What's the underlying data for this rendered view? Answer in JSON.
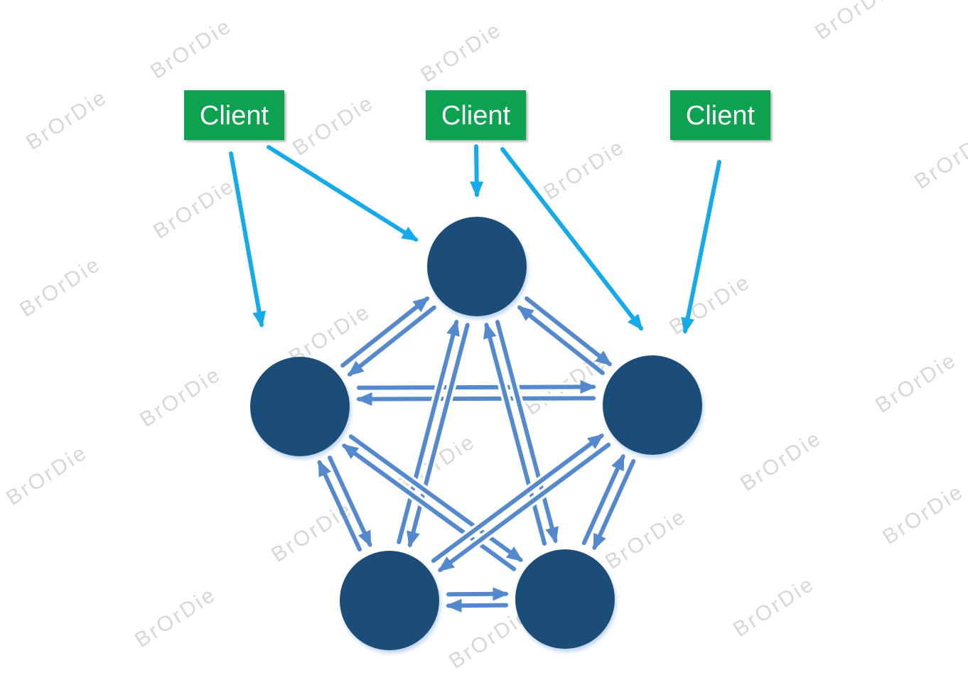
{
  "watermark": {
    "text": "BrOrDie"
  },
  "clients": [
    {
      "id": "client-1",
      "label": "Client"
    },
    {
      "id": "client-2",
      "label": "Client"
    },
    {
      "id": "client-3",
      "label": "Client"
    }
  ],
  "diagram": {
    "description": "Three client boxes send requests into a fully meshed cluster of five unlabeled server nodes; every pair of nodes is connected by two opposite-direction arrows.",
    "nodes": [
      {
        "id": "top"
      },
      {
        "id": "left"
      },
      {
        "id": "right"
      },
      {
        "id": "bottom-left"
      },
      {
        "id": "bottom-right"
      }
    ],
    "mesh_edges": [
      [
        "top",
        "left"
      ],
      [
        "top",
        "right"
      ],
      [
        "left",
        "bottom-left"
      ],
      [
        "right",
        "bottom-right"
      ],
      [
        "bottom-left",
        "bottom-right"
      ],
      [
        "left",
        "right"
      ],
      [
        "top",
        "bottom-left"
      ],
      [
        "top",
        "bottom-right"
      ],
      [
        "left",
        "bottom-right"
      ],
      [
        "right",
        "bottom-left"
      ]
    ],
    "client_edges": [
      [
        "client-1",
        "left"
      ],
      [
        "client-1",
        "top"
      ],
      [
        "client-2",
        "top"
      ],
      [
        "client-2",
        "right"
      ],
      [
        "client-3",
        "right"
      ]
    ]
  },
  "colors": {
    "background": "#ffffff",
    "client_box": "#0ea24f",
    "client_text": "#ffffff",
    "node_fill": "#1f4e78",
    "mesh_arrow": "#5589cd",
    "client_arrow": "#17aae8",
    "watermark": "#d7d7d7"
  }
}
